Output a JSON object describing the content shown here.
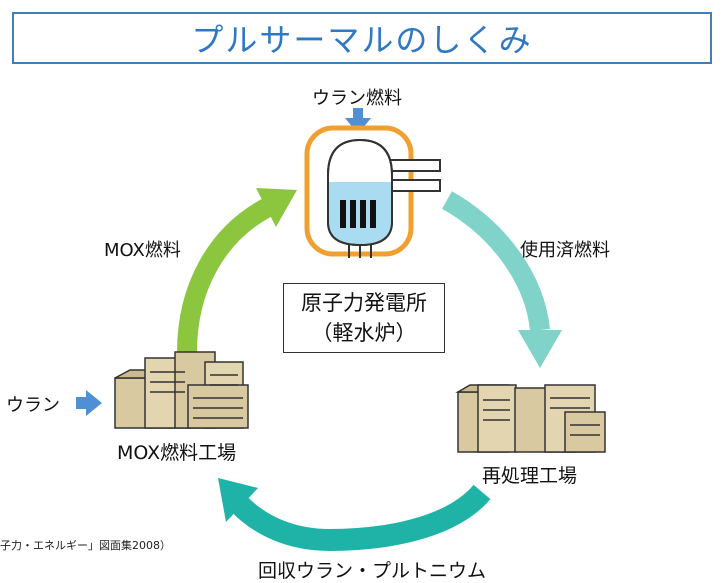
{
  "title": "プルサーマルのしくみ",
  "labels": {
    "uranium_fuel": "ウラン燃料",
    "spent_fuel": "使用済燃料",
    "mox_fuel": "MOX燃料",
    "uranium": "ウラン",
    "mox_plant": "MOX燃料工場",
    "reprocessing_plant": "再処理工場",
    "recovered": "回収ウラン・プルトニウム",
    "power_plant_line1": "原子力発電所",
    "power_plant_line2": "（軽水炉）"
  },
  "source_note": "子力・エネルギー」図面集2008）",
  "colors": {
    "title": "#2f78c4",
    "reactor_outline": "#f0a030",
    "arrow_green": "#8cc63f",
    "arrow_teal_light": "#7fd3c8",
    "arrow_teal": "#1fb3a8",
    "arrow_blue": "#4f8fd6",
    "building": "#d9c9a0"
  }
}
